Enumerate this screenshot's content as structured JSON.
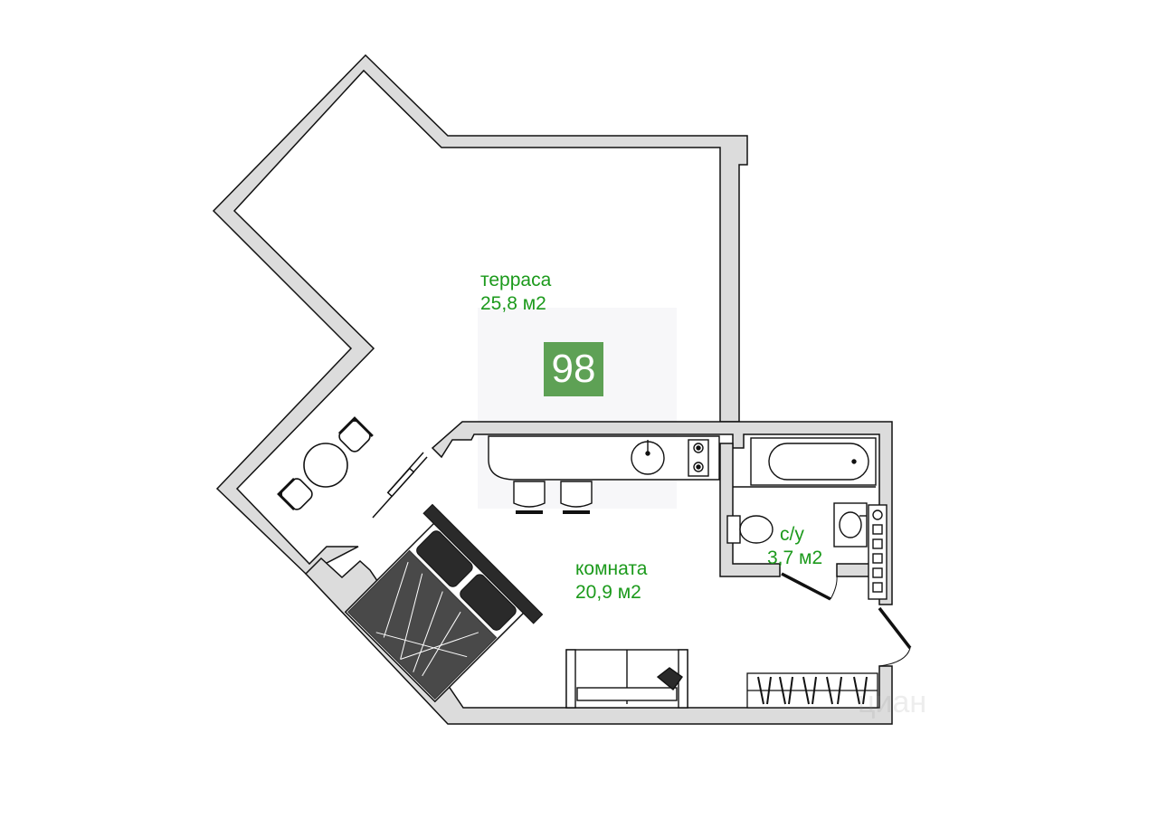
{
  "colors": {
    "wall": "#dcdcdc",
    "wall_outline": "#111111",
    "label_green": "#1c9a1c",
    "badge_bg": "#5ea155",
    "badge_text": "#ffffff",
    "furniture_line": "#111111",
    "bed_dark": "#2a2a2a"
  },
  "rooms": {
    "terrace": {
      "name": "терраса",
      "area": "25,8 м2"
    },
    "room": {
      "name": "комната",
      "area": "20,9 м2"
    },
    "bathroom": {
      "name": "с/у",
      "area": "3,7 м2"
    }
  },
  "unit_badge": {
    "number": "98"
  },
  "watermark": {
    "text": "циан"
  },
  "icons": [
    "wall-outline",
    "round-table-icon",
    "chair-icon",
    "kitchen-counter-icon",
    "sink-icon",
    "stove-icon",
    "bar-stool-icon",
    "double-bed-icon",
    "sofa-icon",
    "wardrobe-icon",
    "bathtub-icon",
    "toilet-icon",
    "washbasin-icon",
    "radiator-icon",
    "door-icon",
    "sliding-door-icon"
  ]
}
